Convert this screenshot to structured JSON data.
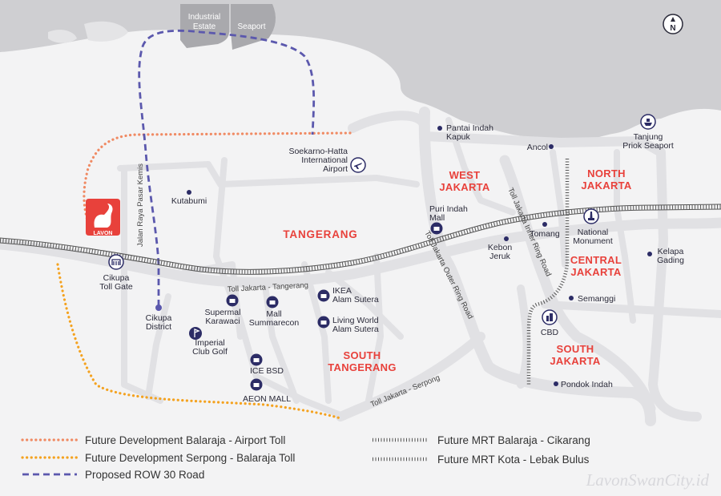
{
  "map": {
    "compass": {
      "letter": "N",
      "icon": "north-arrow-icon"
    },
    "top_zones": {
      "industrial_estate": [
        "Industrial",
        "Estate"
      ],
      "seaport": "Seaport"
    },
    "regions": {
      "west_jakarta": [
        "WEST",
        "JAKARTA"
      ],
      "north_jakarta": [
        "NORTH",
        "JAKARTA"
      ],
      "central_jakarta": [
        "CENTRAL",
        "JAKARTA"
      ],
      "south_jakarta": [
        "SOUTH",
        "JAKARTA"
      ],
      "tangerang": "TANGERANG",
      "south_tangerang": [
        "SOUTH",
        "TANGERANG"
      ]
    },
    "places": {
      "pantai_indah_kapuk": [
        "Pantai Indah",
        "Kapuk"
      ],
      "ancol": "Ancol",
      "tanjung_priok": [
        "Tanjung",
        "Priok Seaport"
      ],
      "soekarno_hatta": [
        "Soekarno-Hatta",
        "International",
        "Airport"
      ],
      "kutabumi": "Kutabumi",
      "puri_indah_mall": [
        "Puri Indah",
        "Mall"
      ],
      "kebon_jeruk": [
        "Kebon",
        "Jeruk"
      ],
      "tomang": "Tomang",
      "national_monument": [
        "National",
        "Monument"
      ],
      "kelapa_gading": [
        "Kelapa",
        "Gading"
      ],
      "semanggi": "Semanggi",
      "cbd": "CBD",
      "pondok_indah": "Pondok Indah",
      "cikupa_toll_gate": [
        "Cikupa",
        "Toll Gate"
      ],
      "cikupa_district": [
        "Cikupa",
        "District"
      ],
      "supermal_karawaci": [
        "Supermal",
        "Karawaci"
      ],
      "imperial_club_golf": [
        "Imperial",
        "Club Golf"
      ],
      "mall_summarecon": [
        "Mall",
        "Summarecon"
      ],
      "ikea_alam_sutera": [
        "IKEA",
        "Alam Sutera"
      ],
      "living_world": [
        "Living World",
        "Alam Sutera"
      ],
      "ice_bsd": "ICE BSD",
      "aeon_mall": "AEON MALL"
    },
    "roads": {
      "jalan_raya_pasar_kemis": "Jalan Raya Pasar Kemis",
      "toll_jakarta_tangerang": "Toll Jakarta - Tangerang",
      "toll_outer_ring": "Toll Jakarta Outer Ring Road",
      "toll_inner_ring": "Toll Jakarta Inner Ring Road",
      "toll_serpong": "Toll Jakarta - Serpong"
    },
    "project_logo": {
      "text": "LAVON",
      "icon": "swan-logo-icon"
    }
  },
  "legend": {
    "items": [
      {
        "label": "Future Development Balaraja - Airport Toll",
        "color": "#f08a63",
        "style": "dotted"
      },
      {
        "label": "Future Development Serpong - Balaraja Toll",
        "color": "#f4a21f",
        "style": "dotted"
      },
      {
        "label": "Proposed ROW 30 Road",
        "color": "#5b58ad",
        "style": "dashed"
      },
      {
        "label": "Future MRT Balaraja - Cikarang",
        "color": "#555555",
        "style": "railway"
      },
      {
        "label": "Future MRT Kota - Lebak Bulus",
        "color": "#555555",
        "style": "railway"
      }
    ]
  },
  "watermark": "LavonSwanCity.id",
  "colors": {
    "land": "#f3f3f4",
    "sea": "#cfcfd2",
    "roads": "#e1e1e4",
    "accent": "#e8413b",
    "marker": "#2c2c66"
  }
}
